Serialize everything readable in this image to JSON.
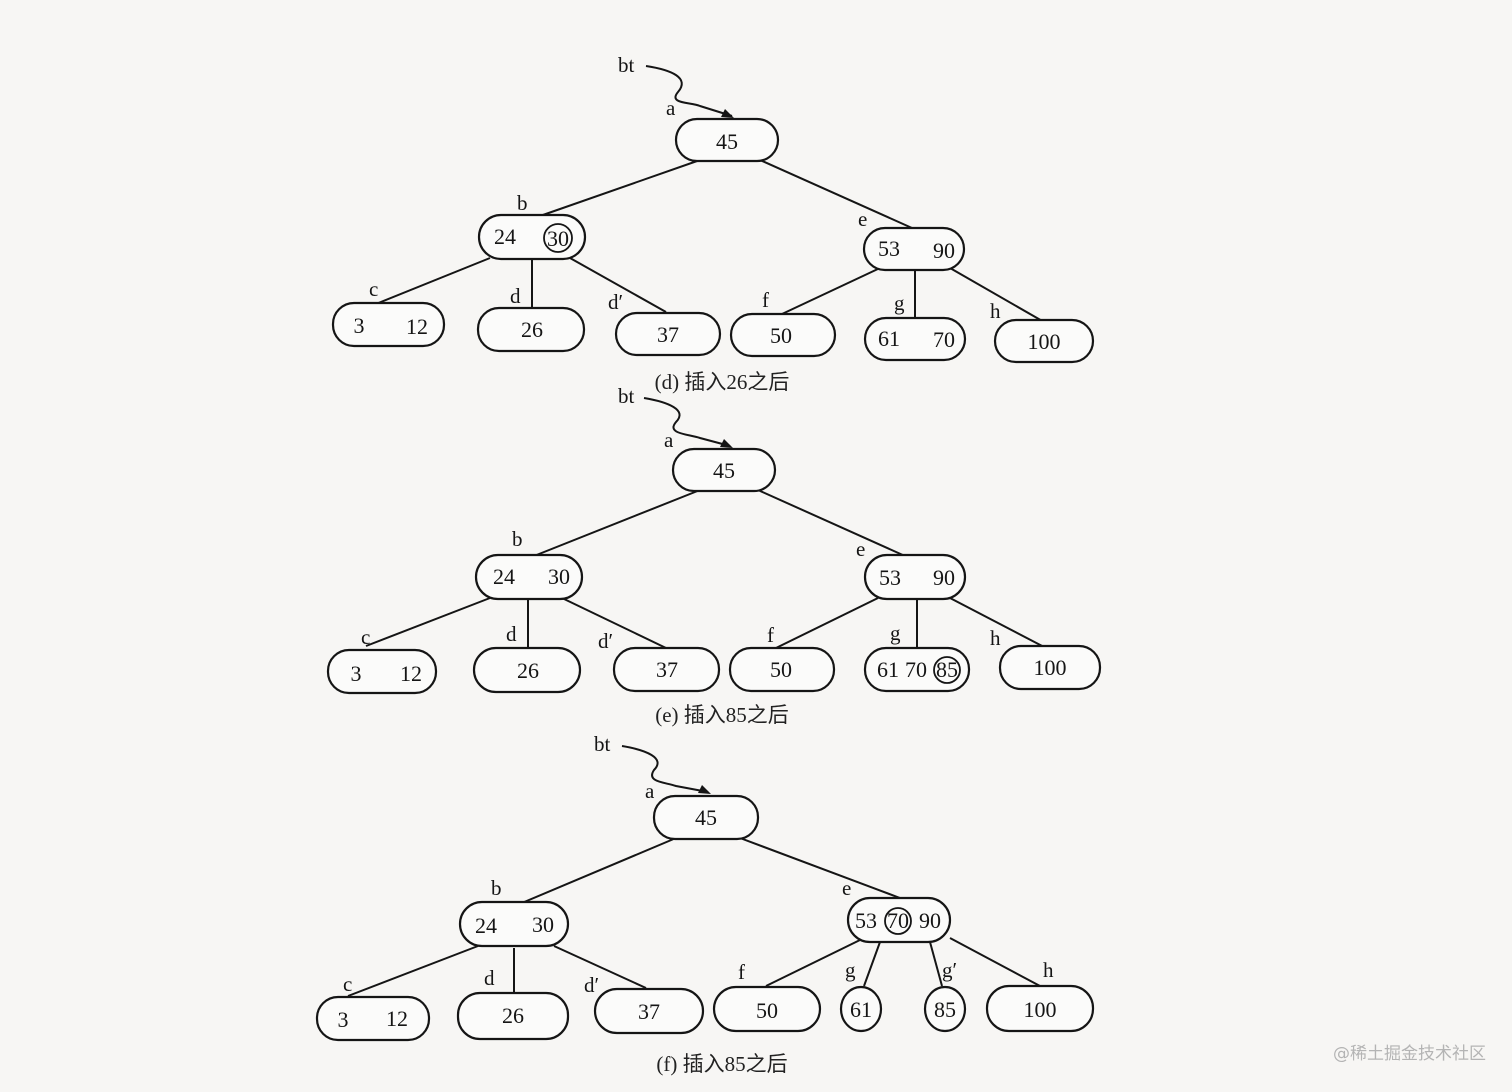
{
  "pointer_label": "bt",
  "panels": [
    {
      "id": "d",
      "caption": "(d) 插入26之后",
      "nodes": [
        {
          "name": "a",
          "keys": [
            "45"
          ],
          "circled": []
        },
        {
          "name": "b",
          "keys": [
            "24",
            "30"
          ],
          "circled": [
            "30"
          ]
        },
        {
          "name": "e",
          "keys": [
            "53",
            "90"
          ],
          "circled": []
        },
        {
          "name": "c",
          "keys": [
            "3",
            "12"
          ],
          "circled": []
        },
        {
          "name": "d",
          "keys": [
            "26"
          ],
          "circled": []
        },
        {
          "name": "d′",
          "keys": [
            "37"
          ],
          "circled": []
        },
        {
          "name": "f",
          "keys": [
            "50"
          ],
          "circled": []
        },
        {
          "name": "g",
          "keys": [
            "61",
            "70"
          ],
          "circled": []
        },
        {
          "name": "h",
          "keys": [
            "100"
          ],
          "circled": []
        }
      ]
    },
    {
      "id": "e",
      "caption": "(e) 插入85之后",
      "nodes": [
        {
          "name": "a",
          "keys": [
            "45"
          ],
          "circled": []
        },
        {
          "name": "b",
          "keys": [
            "24",
            "30"
          ],
          "circled": []
        },
        {
          "name": "e",
          "keys": [
            "53",
            "90"
          ],
          "circled": []
        },
        {
          "name": "c",
          "keys": [
            "3",
            "12"
          ],
          "circled": []
        },
        {
          "name": "d",
          "keys": [
            "26"
          ],
          "circled": []
        },
        {
          "name": "d′",
          "keys": [
            "37"
          ],
          "circled": []
        },
        {
          "name": "f",
          "keys": [
            "50"
          ],
          "circled": []
        },
        {
          "name": "g",
          "keys": [
            "61",
            "70",
            "85"
          ],
          "circled": [
            "85"
          ]
        },
        {
          "name": "h",
          "keys": [
            "100"
          ],
          "circled": []
        }
      ]
    },
    {
      "id": "f",
      "caption": "(f) 插入85之后",
      "nodes": [
        {
          "name": "a",
          "keys": [
            "45"
          ],
          "circled": []
        },
        {
          "name": "b",
          "keys": [
            "24",
            "30"
          ],
          "circled": []
        },
        {
          "name": "e",
          "keys": [
            "53",
            "70",
            "90"
          ],
          "circled": [
            "70"
          ]
        },
        {
          "name": "c",
          "keys": [
            "3",
            "12"
          ],
          "circled": []
        },
        {
          "name": "d",
          "keys": [
            "26"
          ],
          "circled": []
        },
        {
          "name": "d′",
          "keys": [
            "37"
          ],
          "circled": []
        },
        {
          "name": "f",
          "keys": [
            "50"
          ],
          "circled": []
        },
        {
          "name": "g",
          "keys": [
            "61"
          ],
          "circled": []
        },
        {
          "name": "g′",
          "keys": [
            "85"
          ],
          "circled": []
        },
        {
          "name": "h",
          "keys": [
            "100"
          ],
          "circled": []
        }
      ]
    }
  ],
  "watermark": "@稀土掘金技术社区"
}
